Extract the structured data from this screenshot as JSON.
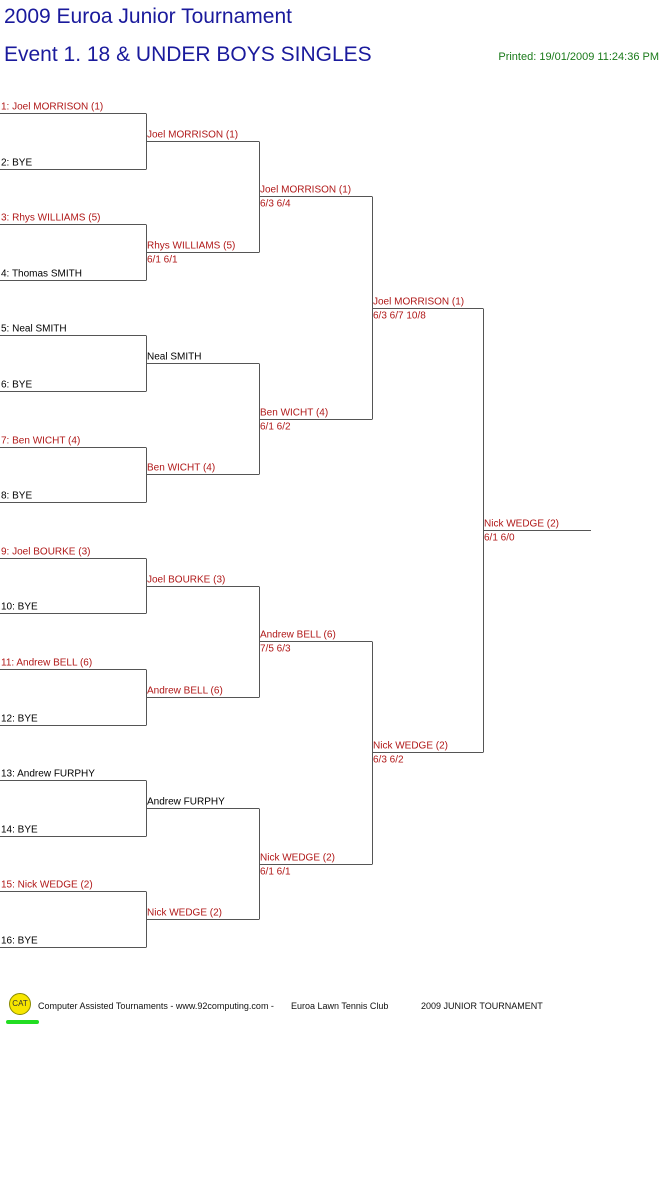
{
  "header": {
    "title": "2009 Euroa Junior Tournament",
    "event": "Event 1. 18 & UNDER BOYS SINGLES",
    "printed": "Printed: 19/01/2009 11:24:36 PM"
  },
  "colors": {
    "winner": "#b01818",
    "other": "#000000",
    "line": "#555555"
  },
  "rounds": [
    [
      {
        "name": "1: Joel MORRISON (1)",
        "red": true
      },
      {
        "name": "2: BYE",
        "red": false
      },
      {
        "name": "3: Rhys WILLIAMS (5)",
        "red": true
      },
      {
        "name": "4: Thomas SMITH",
        "red": false
      },
      {
        "name": "5: Neal SMITH",
        "red": false
      },
      {
        "name": "6: BYE",
        "red": false
      },
      {
        "name": "7: Ben WICHT (4)",
        "red": true
      },
      {
        "name": "8: BYE",
        "red": false
      },
      {
        "name": "9: Joel BOURKE (3)",
        "red": true
      },
      {
        "name": "10: BYE",
        "red": false
      },
      {
        "name": "11: Andrew BELL (6)",
        "red": true
      },
      {
        "name": "12: BYE",
        "red": false
      },
      {
        "name": "13: Andrew FURPHY",
        "red": false
      },
      {
        "name": "14: BYE",
        "red": false
      },
      {
        "name": "15: Nick WEDGE (2)",
        "red": true
      },
      {
        "name": "16: BYE",
        "red": false
      }
    ],
    [
      {
        "name": "Joel MORRISON (1)",
        "score": "",
        "red": true
      },
      {
        "name": "Rhys WILLIAMS (5)",
        "score": "6/1 6/1",
        "red": true
      },
      {
        "name": "Neal SMITH",
        "score": "",
        "red": false
      },
      {
        "name": "Ben WICHT (4)",
        "score": "",
        "red": true
      },
      {
        "name": "Joel BOURKE (3)",
        "score": "",
        "red": true
      },
      {
        "name": "Andrew BELL (6)",
        "score": "",
        "red": true
      },
      {
        "name": "Andrew FURPHY",
        "score": "",
        "red": false
      },
      {
        "name": "Nick WEDGE (2)",
        "score": "",
        "red": true
      }
    ],
    [
      {
        "name": "Joel MORRISON (1)",
        "score": "6/3 6/4",
        "red": true
      },
      {
        "name": "Ben WICHT (4)",
        "score": "6/1 6/2",
        "red": true
      },
      {
        "name": "Andrew BELL (6)",
        "score": "7/5 6/3",
        "red": true
      },
      {
        "name": "Nick WEDGE (2)",
        "score": "6/1 6/1",
        "red": true
      }
    ],
    [
      {
        "name": "Joel MORRISON (1)",
        "score": "6/3 6/7 10/8",
        "red": true
      },
      {
        "name": "Nick WEDGE (2)",
        "score": "6/3 6/2",
        "red": true
      }
    ],
    [
      {
        "name": "Nick WEDGE (2)",
        "score": "6/1 6/0",
        "red": true
      }
    ]
  ],
  "footer": {
    "logo": "CAT",
    "credits": "Computer Assisted Tournaments - www.92computing.com -",
    "club": "Euroa Lawn Tennis Club",
    "tournament": "2009 JUNIOR TOURNAMENT"
  }
}
